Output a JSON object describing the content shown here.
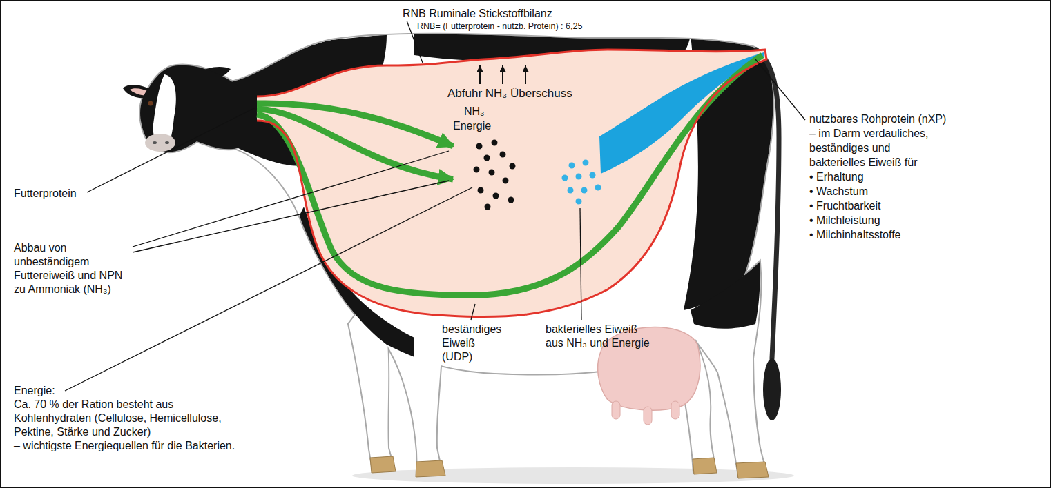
{
  "diagram": {
    "labels": [
      "RNB Ruminale Stickstoffbilanz",
      "RNB= (Futterprotein - nutzb. Protein) : 6,25",
      "Abfuhr NH₃ Überschuss",
      "NH₃",
      "Energie",
      "Futterprotein",
      "Abbau von unbeständigem Futtereiweiß und NPN zu Ammoniak (NH₃)",
      "nutzbares Rohprotein (nXP)",
      "– im Darm verdauliches, beständiges und bakterielles Eiweiß für",
      "• Erhaltung",
      "• Wachstum",
      "• Fruchtbarkeit",
      "• Milchleistung",
      "• Milchinhaltsstoffe",
      "Energie:",
      "Ca. 70 % der Ration besteht aus Kohlenhydraten (Cellulose, Hemicellulose, Pektine, Stärke und Zucker)",
      "– wichtigste Energiequellen für die Bakterien.",
      "beständiges Eiweiß (UDP)",
      "bakterielles Eiweiß aus NH₃ und Energie"
    ]
  }
}
